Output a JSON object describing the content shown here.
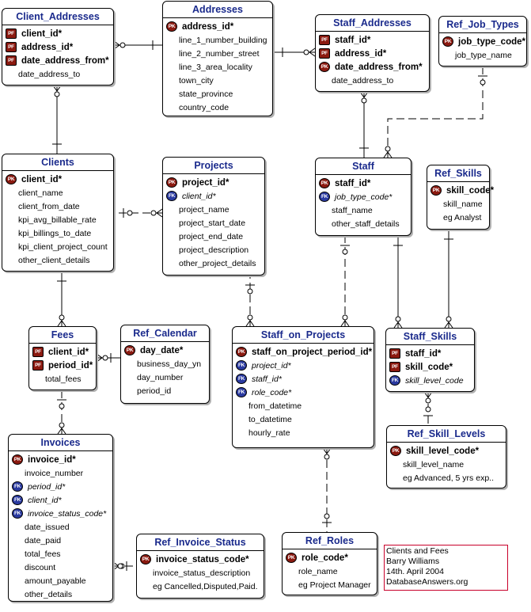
{
  "diagram": {
    "entities": [
      {
        "id": "client_addresses",
        "title": "Client_Addresses",
        "attrs": [
          {
            "name": "client_id*",
            "key": "PF"
          },
          {
            "name": "address_id*",
            "key": "PF"
          },
          {
            "name": "date_address_from*",
            "key": "PF"
          },
          {
            "name": "date_address_to",
            "key": ""
          }
        ]
      },
      {
        "id": "addresses",
        "title": "Addresses",
        "attrs": [
          {
            "name": "address_id*",
            "key": "PK"
          },
          {
            "name": "line_1_number_building",
            "key": ""
          },
          {
            "name": "line_2_number_street",
            "key": ""
          },
          {
            "name": "line_3_area_locality",
            "key": ""
          },
          {
            "name": "town_city",
            "key": ""
          },
          {
            "name": "state_province",
            "key": ""
          },
          {
            "name": "country_code",
            "key": ""
          }
        ]
      },
      {
        "id": "staff_addresses",
        "title": "Staff_Addresses",
        "attrs": [
          {
            "name": "staff_id*",
            "key": "PF"
          },
          {
            "name": "address_id*",
            "key": "PF"
          },
          {
            "name": "date_address_from*",
            "key": "PK"
          },
          {
            "name": "date_address_to",
            "key": ""
          }
        ]
      },
      {
        "id": "ref_job_types",
        "title": "Ref_Job_Types",
        "attrs": [
          {
            "name": "job_type_code*",
            "key": "PK"
          },
          {
            "name": "job_type_name",
            "key": ""
          }
        ]
      },
      {
        "id": "clients",
        "title": "Clients",
        "attrs": [
          {
            "name": "client_id*",
            "key": "PK"
          },
          {
            "name": "client_name",
            "key": ""
          },
          {
            "name": "client_from_date",
            "key": ""
          },
          {
            "name": "kpi_avg_billable_rate",
            "key": ""
          },
          {
            "name": "kpi_billings_to_date",
            "key": ""
          },
          {
            "name": "kpi_client_project_count",
            "key": ""
          },
          {
            "name": "other_client_details",
            "key": ""
          }
        ]
      },
      {
        "id": "projects",
        "title": "Projects",
        "attrs": [
          {
            "name": "project_id*",
            "key": "PK"
          },
          {
            "name": "client_id*",
            "key": "FK"
          },
          {
            "name": "project_name",
            "key": ""
          },
          {
            "name": "project_start_date",
            "key": ""
          },
          {
            "name": "project_end_date",
            "key": ""
          },
          {
            "name": "project_description",
            "key": ""
          },
          {
            "name": "other_project_details",
            "key": ""
          }
        ]
      },
      {
        "id": "staff",
        "title": "Staff",
        "attrs": [
          {
            "name": "staff_id*",
            "key": "PK"
          },
          {
            "name": "job_type_code*",
            "key": "FK"
          },
          {
            "name": "staff_name",
            "key": ""
          },
          {
            "name": "other_staff_details",
            "key": ""
          }
        ]
      },
      {
        "id": "ref_skills",
        "title": "Ref_Skills",
        "attrs": [
          {
            "name": "skill_code*",
            "key": "PK"
          },
          {
            "name": "skill_name",
            "key": ""
          },
          {
            "name": "eg Analyst",
            "key": ""
          }
        ]
      },
      {
        "id": "fees",
        "title": "Fees",
        "attrs": [
          {
            "name": "client_id*",
            "key": "PF"
          },
          {
            "name": "period_id*",
            "key": "PF"
          },
          {
            "name": "total_fees",
            "key": ""
          }
        ]
      },
      {
        "id": "ref_calendar",
        "title": "Ref_Calendar",
        "attrs": [
          {
            "name": "day_date*",
            "key": "PK"
          },
          {
            "name": "business_day_yn",
            "key": ""
          },
          {
            "name": "day_number",
            "key": ""
          },
          {
            "name": "period_id",
            "key": ""
          }
        ]
      },
      {
        "id": "staff_on_projects",
        "title": "Staff_on_Projects",
        "attrs": [
          {
            "name": "staff_on_project_period_id*",
            "key": "PK"
          },
          {
            "name": "project_id*",
            "key": "FK"
          },
          {
            "name": "staff_id*",
            "key": "FK"
          },
          {
            "name": "role_code*",
            "key": "FK"
          },
          {
            "name": "from_datetime",
            "key": ""
          },
          {
            "name": "to_datetime",
            "key": ""
          },
          {
            "name": "hourly_rate",
            "key": ""
          }
        ]
      },
      {
        "id": "staff_skills",
        "title": "Staff_Skills",
        "attrs": [
          {
            "name": "staff_id*",
            "key": "PF"
          },
          {
            "name": "skill_code*",
            "key": "PF"
          },
          {
            "name": "skill_level_code",
            "key": "FK"
          }
        ]
      },
      {
        "id": "ref_skill_levels",
        "title": "Ref_Skill_Levels",
        "attrs": [
          {
            "name": "skill_level_code*",
            "key": "PK"
          },
          {
            "name": "skill_level_name",
            "key": ""
          },
          {
            "name": "eg Advanced, 5 yrs exp..",
            "key": ""
          }
        ]
      },
      {
        "id": "invoices",
        "title": "Invoices",
        "attrs": [
          {
            "name": "invoice_id*",
            "key": "PK"
          },
          {
            "name": "invoice_number",
            "key": ""
          },
          {
            "name": "period_id*",
            "key": "FK"
          },
          {
            "name": "client_id*",
            "key": "FK"
          },
          {
            "name": "invoice_status_code*",
            "key": "FK"
          },
          {
            "name": "date_issued",
            "key": ""
          },
          {
            "name": "date_paid",
            "key": ""
          },
          {
            "name": "total_fees",
            "key": ""
          },
          {
            "name": "discount",
            "key": ""
          },
          {
            "name": "amount_payable",
            "key": ""
          },
          {
            "name": "other_details",
            "key": ""
          }
        ]
      },
      {
        "id": "ref_invoice_status",
        "title": "Ref_Invoice_Status",
        "attrs": [
          {
            "name": "invoice_status_code*",
            "key": "PK"
          },
          {
            "name": "invoice_status_description",
            "key": ""
          },
          {
            "name": "eg Cancelled,Disputed,Paid.",
            "key": ""
          }
        ]
      },
      {
        "id": "ref_roles",
        "title": "Ref_Roles",
        "attrs": [
          {
            "name": "role_code*",
            "key": "PK"
          },
          {
            "name": "role_name",
            "key": ""
          },
          {
            "name": "eg Project Manager",
            "key": ""
          }
        ]
      }
    ],
    "relationships": [
      {
        "from": "client_addresses",
        "to": "clients",
        "identifying": true
      },
      {
        "from": "client_addresses",
        "to": "addresses",
        "identifying": true
      },
      {
        "from": "staff_addresses",
        "to": "addresses",
        "identifying": true
      },
      {
        "from": "staff_addresses",
        "to": "staff",
        "identifying": true
      },
      {
        "from": "staff",
        "to": "ref_job_types",
        "identifying": false
      },
      {
        "from": "projects",
        "to": "clients",
        "identifying": false
      },
      {
        "from": "fees",
        "to": "clients",
        "identifying": true
      },
      {
        "from": "fees",
        "to": "ref_calendar",
        "identifying": true
      },
      {
        "from": "invoices",
        "to": "fees",
        "identifying": false
      },
      {
        "from": "invoices",
        "to": "ref_invoice_status",
        "identifying": false
      },
      {
        "from": "staff_on_projects",
        "to": "projects",
        "identifying": false
      },
      {
        "from": "staff_on_projects",
        "to": "staff",
        "identifying": false
      },
      {
        "from": "staff_on_projects",
        "to": "ref_roles",
        "identifying": false
      },
      {
        "from": "staff_skills",
        "to": "staff",
        "identifying": true
      },
      {
        "from": "staff_skills",
        "to": "ref_skills",
        "identifying": true
      },
      {
        "from": "staff_skills",
        "to": "ref_skill_levels",
        "identifying": false
      }
    ]
  },
  "note": {
    "lines": [
      "Clients and Fees",
      "Barry Williams",
      "14th. April 2004",
      "DatabaseAnswers.org"
    ]
  }
}
